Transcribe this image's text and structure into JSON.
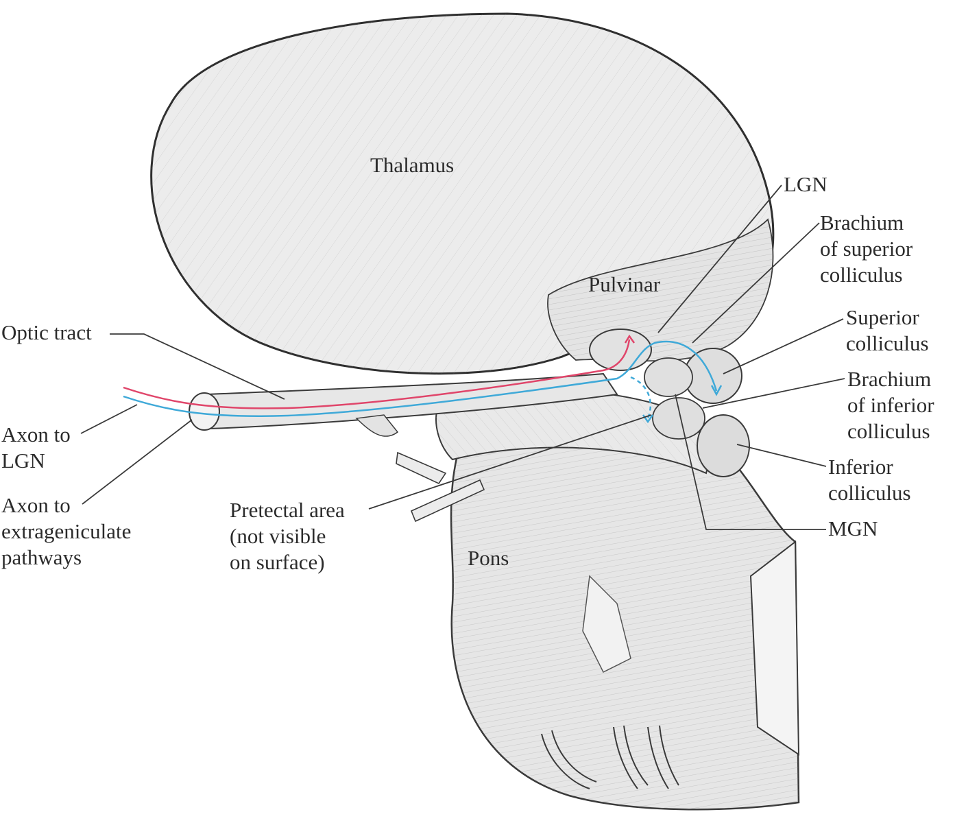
{
  "labels": {
    "thalamus": "Thalamus",
    "lgn": "LGN",
    "brachium_sup": [
      "Brachium",
      "of superior",
      "colliculus"
    ],
    "pulvinar": "Pulvinar",
    "optic_tract": "Optic tract",
    "superior_colliculus": [
      "Superior",
      "colliculus"
    ],
    "brachium_inf": [
      "Brachium",
      "of inferior",
      "colliculus"
    ],
    "axon_lgn": [
      "Axon to",
      "LGN"
    ],
    "inferior_colliculus": [
      "Inferior",
      "colliculus"
    ],
    "axon_extra": [
      "Axon to",
      "extrageniculate",
      "pathways"
    ],
    "pretectal": [
      "Pretectal area",
      "(not visible",
      "on surface)"
    ],
    "mgn": "MGN",
    "pons": "Pons"
  },
  "colors": {
    "lgn_axon": "#e0456a",
    "extrageniculate_axon": "#3fa9d8",
    "outline": "#3a3a3a",
    "tissue": "#e8e8e8"
  }
}
